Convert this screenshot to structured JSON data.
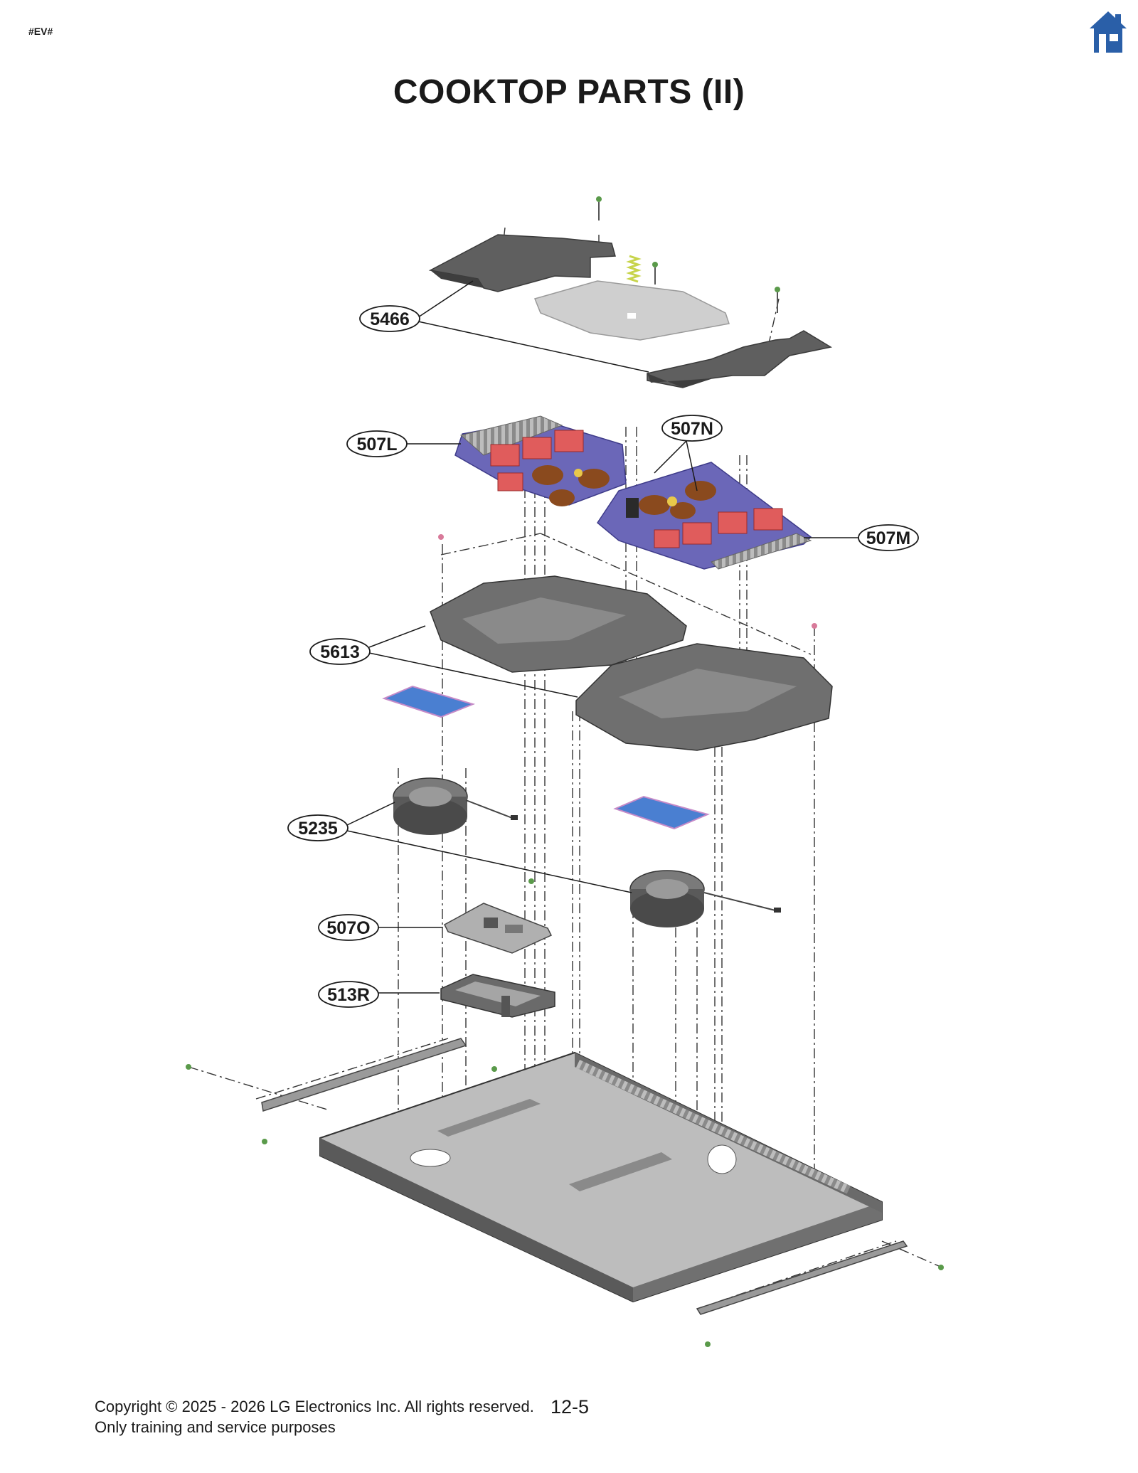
{
  "page_code": "#EV#",
  "title": "COOKTOP PARTS (II)",
  "home_icon": "home-icon",
  "callouts": {
    "c5466": "5466",
    "c507L": "507L",
    "c507N": "507N",
    "c507M": "507M",
    "c5613": "5613",
    "c5235": "5235",
    "c507O": "507O",
    "c513R": "513R"
  },
  "footer": {
    "copyright": "Copyright © 2025 - 2026 LG Electronics Inc. All rights reserved.",
    "purpose": "Only training and service purposes",
    "page_number": "12-5"
  },
  "colors": {
    "brand_blue": "#2a5fa8",
    "part_dark": "#5a5a5a",
    "part_light": "#cfcfcf",
    "pcb_red": "#e05c5c",
    "pcb_board": "#6b67b8",
    "coil_brown": "#8a4a1e",
    "pad_blue": "#4a7fd1"
  }
}
